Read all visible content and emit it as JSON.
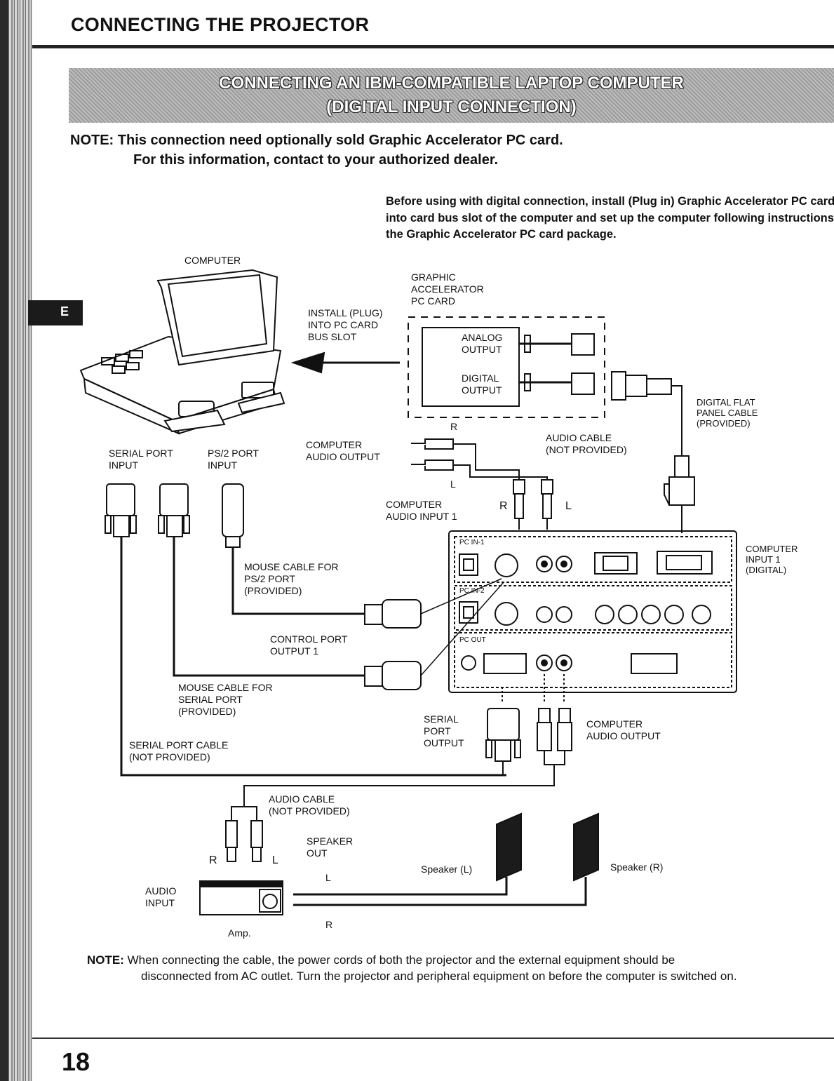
{
  "header": {
    "title": "CONNECTING THE PROJECTOR",
    "tab_letter": "E"
  },
  "banner": {
    "line1": "CONNECTING AN IBM-COMPATIBLE LAPTOP COMPUTER",
    "line2": "(DIGITAL INPUT CONNECTION)"
  },
  "note_top": {
    "line1": "NOTE: This connection need optionally sold Graphic Accelerator PC card.",
    "line2": "For this information, contact to your authorized dealer."
  },
  "instruction": "Before using with digital connection, install (Plug in) Graphic Accelerator PC card into card bus slot of the computer and set up the computer following instructions in the Graphic Accelerator PC card package.",
  "diagram": {
    "computer": "COMPUTER",
    "install": "INSTALL (PLUG)\nINTO PC CARD\nBUS SLOT",
    "graphic_card": "GRAPHIC\nACCELERATOR\nPC CARD",
    "analog_output": "ANALOG\nOUTPUT",
    "digital_output": "DIGITAL\nOUTPUT",
    "digital_cable": "DIGITAL FLAT\nPANEL CABLE\n(PROVIDED)",
    "serial_port_input": "SERIAL PORT\nINPUT",
    "ps2_port_input": "PS/2 PORT\nINPUT",
    "computer_audio_output_top": "COMPUTER\nAUDIO OUTPUT",
    "audio_cable_top": "AUDIO CABLE\n(NOT PROVIDED)",
    "r_top": "R",
    "l_top": "L",
    "computer_audio_input": "COMPUTER\nAUDIO INPUT 1",
    "r_mid": "R",
    "l_mid": "L",
    "computer_input_1": "COMPUTER\nINPUT 1\n(DIGITAL)",
    "mouse_ps2": "MOUSE CABLE FOR\nPS/2 PORT\n(PROVIDED)",
    "control_port": "CONTROL PORT\nOUTPUT 1",
    "mouse_serial": "MOUSE CABLE FOR\nSERIAL PORT\n(PROVIDED)",
    "serial_port_output": "SERIAL\nPORT\nOUTPUT",
    "computer_audio_output_bottom": "COMPUTER\nAUDIO OUTPUT",
    "serial_port_cable": "SERIAL PORT CABLE\n(NOT PROVIDED)",
    "audio_cable_bottom": "AUDIO CABLE\n(NOT PROVIDED)",
    "speaker_out": "SPEAKER\nOUT",
    "r_amp": "R",
    "l_amp": "L",
    "l_speaker": "L",
    "r_speaker": "R",
    "speaker_l": "Speaker (L)",
    "speaker_r": "Speaker (R)",
    "audio_input": "AUDIO\nINPUT",
    "amp": "Amp."
  },
  "note_bottom": {
    "label": "NOTE:",
    "line1": "When connecting the cable, the power cords of both the projector and the external equipment should be",
    "line2": "disconnected from AC outlet. Turn the projector and peripheral equipment on before the computer is switched on."
  },
  "page_number": "18"
}
